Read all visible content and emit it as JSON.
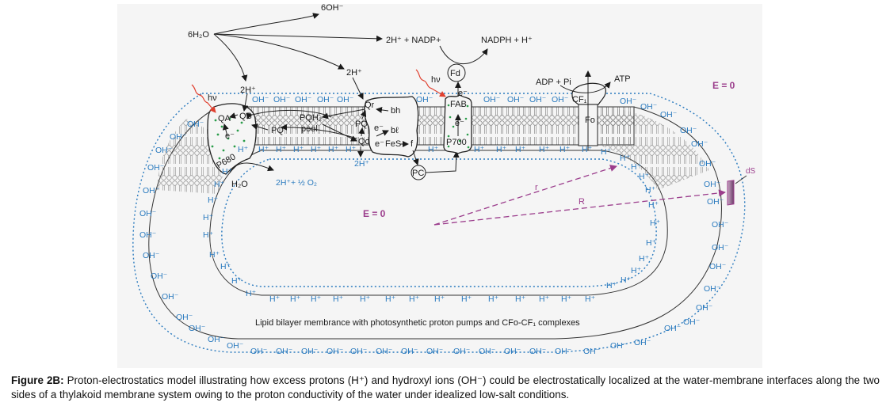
{
  "figure": {
    "top_labels": {
      "water": "6H₂O",
      "hydroxide": "6OH⁻",
      "nadp_in": "2H⁺ + NADP+",
      "nadph_out": "NADPH  + H⁺",
      "proton_left": "2H⁺",
      "proton_mid": "2H⁺",
      "adp": "ADP + Pi",
      "atp": "ATP"
    },
    "complexes": {
      "psii": "P680",
      "qa": "QA",
      "qb": "QB",
      "e1": "e⁻",
      "pq": "PQ",
      "pqh2": "PQH₂",
      "pool": "pool",
      "qr": "Qr",
      "qo": "Qo",
      "pq_small": "PQ",
      "bh": "bh",
      "bl": "bℓ",
      "e2": "e⁻",
      "e3": "e⁻",
      "fes": "FeS",
      "f": "f",
      "pc": "PC",
      "fd": "Fd",
      "fab": "FAB",
      "e4": "e⁻",
      "e5": "e⁻",
      "psi": "P700",
      "cf1": "CF₁",
      "fo": "Fo",
      "hv1": "hν",
      "hv2": "hν",
      "h2o": "H₂O",
      "o2": "2H⁺+ ½ O₂",
      "lumen_2h": "2H⁺"
    },
    "field": {
      "e_zero_outer": "E = 0",
      "e_zero_inner": "E = 0",
      "r_small": "r",
      "r_large": "R",
      "ds": "dS"
    },
    "ion_labels": {
      "hydroxyl": "OH⁻",
      "proton": "H⁺"
    },
    "membrane_label": "Lipid bilayer membrance with photosynthetic proton pumps and CFo-CF₁ complexes",
    "colors": {
      "ion_blue": "#2b7bbf",
      "field_magenta": "#9b3d8c",
      "photon_red": "#e0402f",
      "pigment_green": "#2a9d4a"
    }
  },
  "caption": {
    "label": "Figure 2B:",
    "text": " Proton-electrostatics model illustrating how excess protons (H⁺) and hydroxyl ions (OH⁻) could be electrostatically localized at the water-membrane interfaces along the two sides of a thylakoid membrane system owing to the proton conductivity of the water under idealized low-salt conditions."
  }
}
